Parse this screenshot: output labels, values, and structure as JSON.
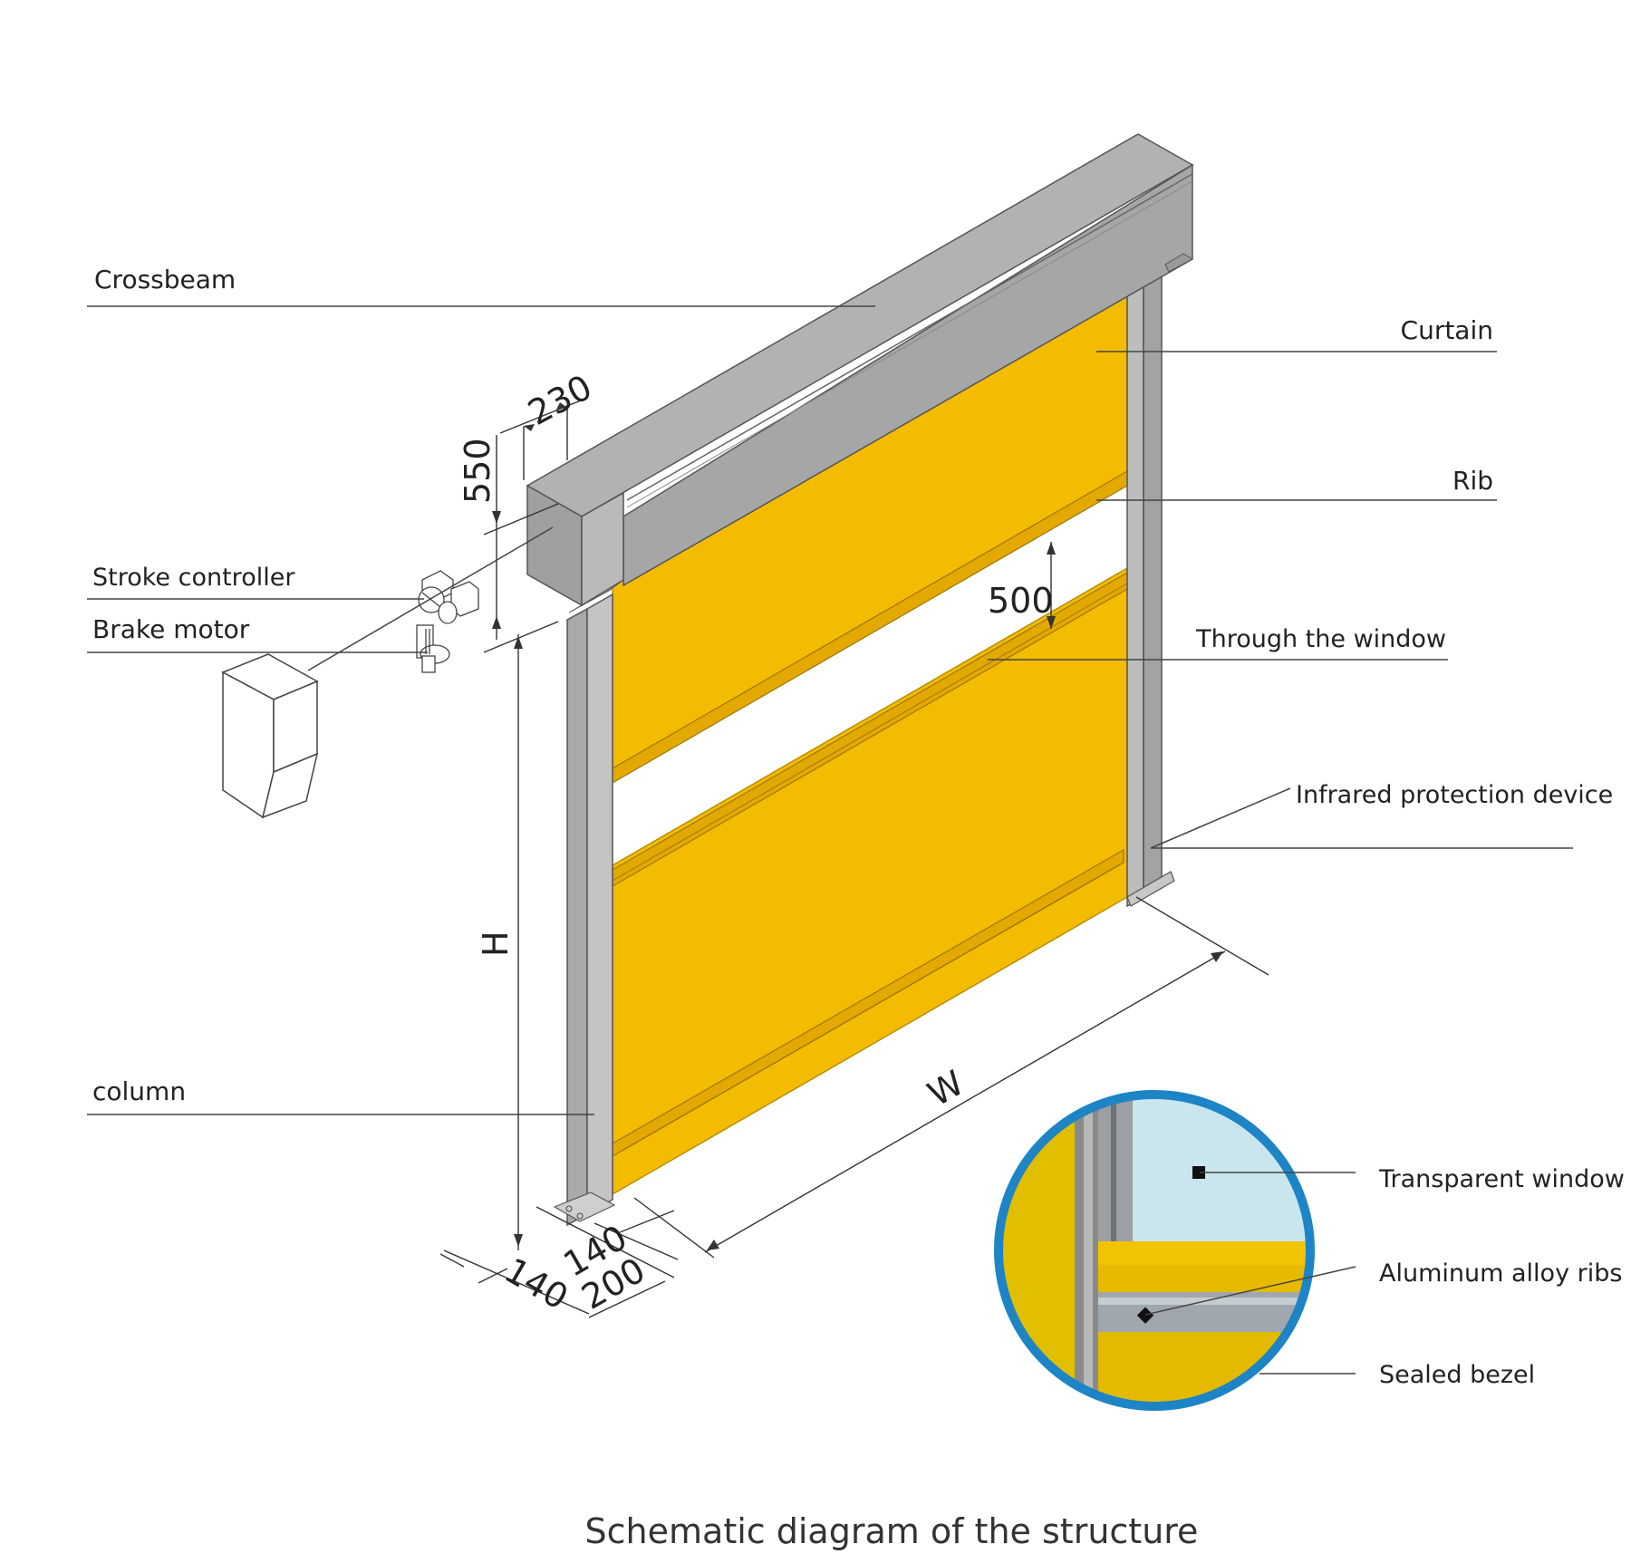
{
  "labels": {
    "crossbeam": "Crossbeam",
    "stroke_controller": "Stroke controller",
    "brake_motor": "Brake motor",
    "column": "column",
    "curtain": "Curtain",
    "rib": "Rib",
    "through_window": "Through the window",
    "infrared": "Infrared protection device",
    "transparent_window": "Transparent window",
    "aluminum_ribs": "Aluminum alloy ribs",
    "sealed_bezel": "Sealed bezel"
  },
  "dimensions": {
    "d230": "230",
    "d550": "550",
    "d500": "500",
    "h": "H",
    "w": "W",
    "d140a": "140",
    "d140b": "140",
    "d200": "200"
  },
  "caption": "Schematic diagram of the structure",
  "colors": {
    "curtain": "#F4BC00",
    "frame": "#A8A8A8",
    "frame_dark": "#8E8E8E",
    "inset_ring": "#1D84C6",
    "inset_glass": "#C9E6EE"
  }
}
